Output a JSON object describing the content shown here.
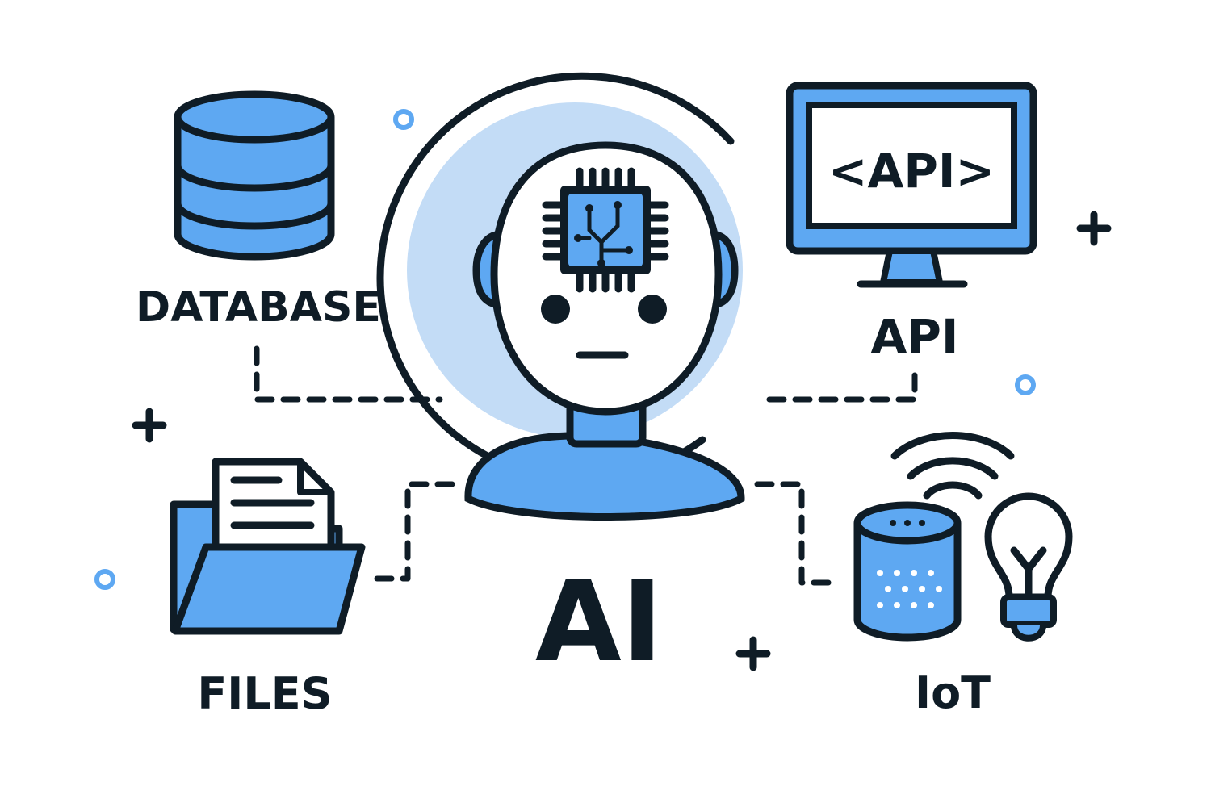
{
  "labels": {
    "database": "DATABASE",
    "api": "API",
    "api_screen": "<API>",
    "files": "FILES",
    "iot": "IoT",
    "ai": "AI"
  },
  "colors": {
    "accent": "#5ea8f2",
    "accent_light": "#c3dcf6",
    "ink": "#0f1c26",
    "background": "#ffffff"
  },
  "icons": [
    "database-icon",
    "monitor-icon",
    "folder-icon",
    "document-icon",
    "smart-speaker-icon",
    "wifi-icon",
    "lightbulb-icon",
    "robot-head-icon",
    "chip-icon"
  ]
}
